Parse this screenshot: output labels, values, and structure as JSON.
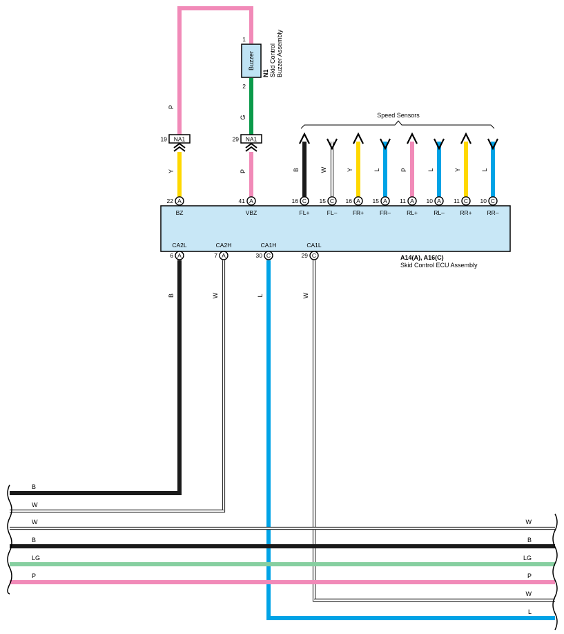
{
  "colors": {
    "P": "#f18ab8",
    "G": "#0a9a4a",
    "Y": "#ffd800",
    "B": "#1a1a1a",
    "W": "#ffffff",
    "L": "#00a3e6",
    "LG": "#86cfa0",
    "ecu_fill": "#c8e7f6",
    "buzzer_fill": "#bfe3f4"
  },
  "buzzer": {
    "label": "Buzzer",
    "ref": "N1",
    "name1": "Skid Control",
    "name2": "Buzzer Assembly",
    "pin_top": "1",
    "pin_bottom": "2"
  },
  "connectors": [
    {
      "pin": "19",
      "label": "NA1"
    },
    {
      "pin": "29",
      "label": "NA1"
    }
  ],
  "ecu": {
    "ref": "A14(A), A16(C)",
    "name": "Skid Control ECU Assembly",
    "top_terminals": [
      {
        "pin": "22",
        "conn": "A",
        "name": "BZ"
      },
      {
        "pin": "41",
        "conn": "A",
        "name": "VBZ"
      },
      {
        "pin": "16",
        "conn": "C",
        "name": "FL+"
      },
      {
        "pin": "15",
        "conn": "C",
        "name": "FL–"
      },
      {
        "pin": "16",
        "conn": "A",
        "name": "FR+"
      },
      {
        "pin": "15",
        "conn": "A",
        "name": "FR–"
      },
      {
        "pin": "11",
        "conn": "A",
        "name": "RL+"
      },
      {
        "pin": "10",
        "conn": "A",
        "name": "RL–"
      },
      {
        "pin": "11",
        "conn": "C",
        "name": "RR+"
      },
      {
        "pin": "10",
        "conn": "C",
        "name": "RR–"
      }
    ],
    "bottom_terminals": [
      {
        "pin": "6",
        "conn": "A",
        "name": "CA2L"
      },
      {
        "pin": "7",
        "conn": "A",
        "name": "CA2H"
      },
      {
        "pin": "30",
        "conn": "C",
        "name": "CA1H"
      },
      {
        "pin": "29",
        "conn": "C",
        "name": "CA1L"
      }
    ]
  },
  "speed_sensors_label": "Speed Sensors",
  "wire_labels": {
    "bz_upper": "P",
    "bz_lower": "Y",
    "buzzer_lower": "G",
    "vbz_lower": "P",
    "sensors": [
      "B",
      "W",
      "Y",
      "L",
      "P",
      "L",
      "Y",
      "L"
    ],
    "ca2l": "B",
    "ca2h": "W",
    "ca1h": "L",
    "ca1l": "W"
  },
  "bus_lines": [
    {
      "color": "B",
      "left": "B",
      "right": ""
    },
    {
      "color": "W",
      "left": "W",
      "right": ""
    },
    {
      "color": "W",
      "left": "W",
      "right": "W"
    },
    {
      "color": "B",
      "left": "B",
      "right": "B"
    },
    {
      "color": "LG",
      "left": "LG",
      "right": "LG"
    },
    {
      "color": "P",
      "left": "P",
      "right": "P"
    },
    {
      "color": "W",
      "left": "",
      "right": "W"
    },
    {
      "color": "L",
      "left": "",
      "right": "L"
    }
  ]
}
